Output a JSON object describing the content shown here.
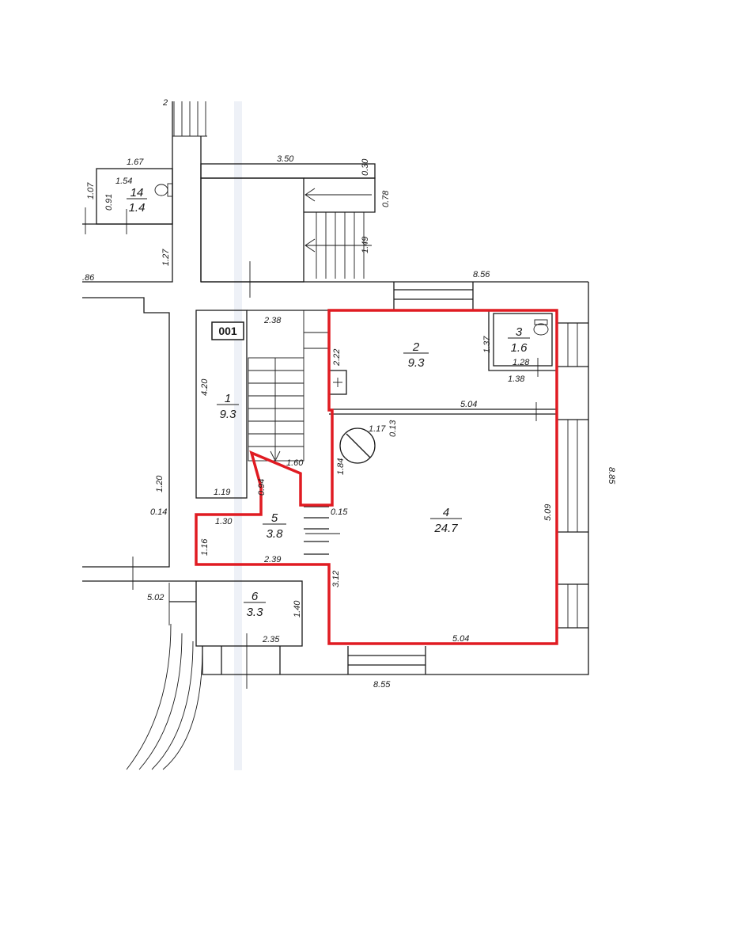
{
  "tag": "001",
  "rooms": [
    {
      "num": "14",
      "area": "1.4"
    },
    {
      "num": "1",
      "area": "9.3"
    },
    {
      "num": "2",
      "area": "9.3"
    },
    {
      "num": "3",
      "area": "1.6"
    },
    {
      "num": "4",
      "area": "24.7"
    },
    {
      "num": "5",
      "area": "3.8"
    },
    {
      "num": "6",
      "area": "3.3"
    }
  ],
  "dimensions": {
    "d2": "2",
    "d167": "1.67",
    "d154": "1.54",
    "d107": "1.07",
    "d091": "0.91",
    "d127": "1.27",
    "d86": ".86",
    "d350": "3.50",
    "d030": "0.30",
    "d078": "0.78",
    "d149": "1.49",
    "d856": "8.56",
    "d238": "2.38",
    "d420": "4.20",
    "d222": "2.22",
    "d137": "1.37",
    "d128": "1.28",
    "d138": "1.38",
    "d504a": "5.04",
    "d117": "1.17",
    "d013": "0.13",
    "d160": "1.60",
    "d184": "1.84",
    "d885": "8.85",
    "d094": "0.94",
    "d120": "1.20",
    "d014": "0.14",
    "d119": "1.19",
    "d509": "5.09",
    "d130": "1.30",
    "d015": "0.15",
    "d116": "1.16",
    "d239": "2.39",
    "d312": "3.12",
    "d502": "5.02",
    "d140": "1.40",
    "d235": "2.35",
    "d504b": "5.04",
    "d855": "8.55"
  }
}
